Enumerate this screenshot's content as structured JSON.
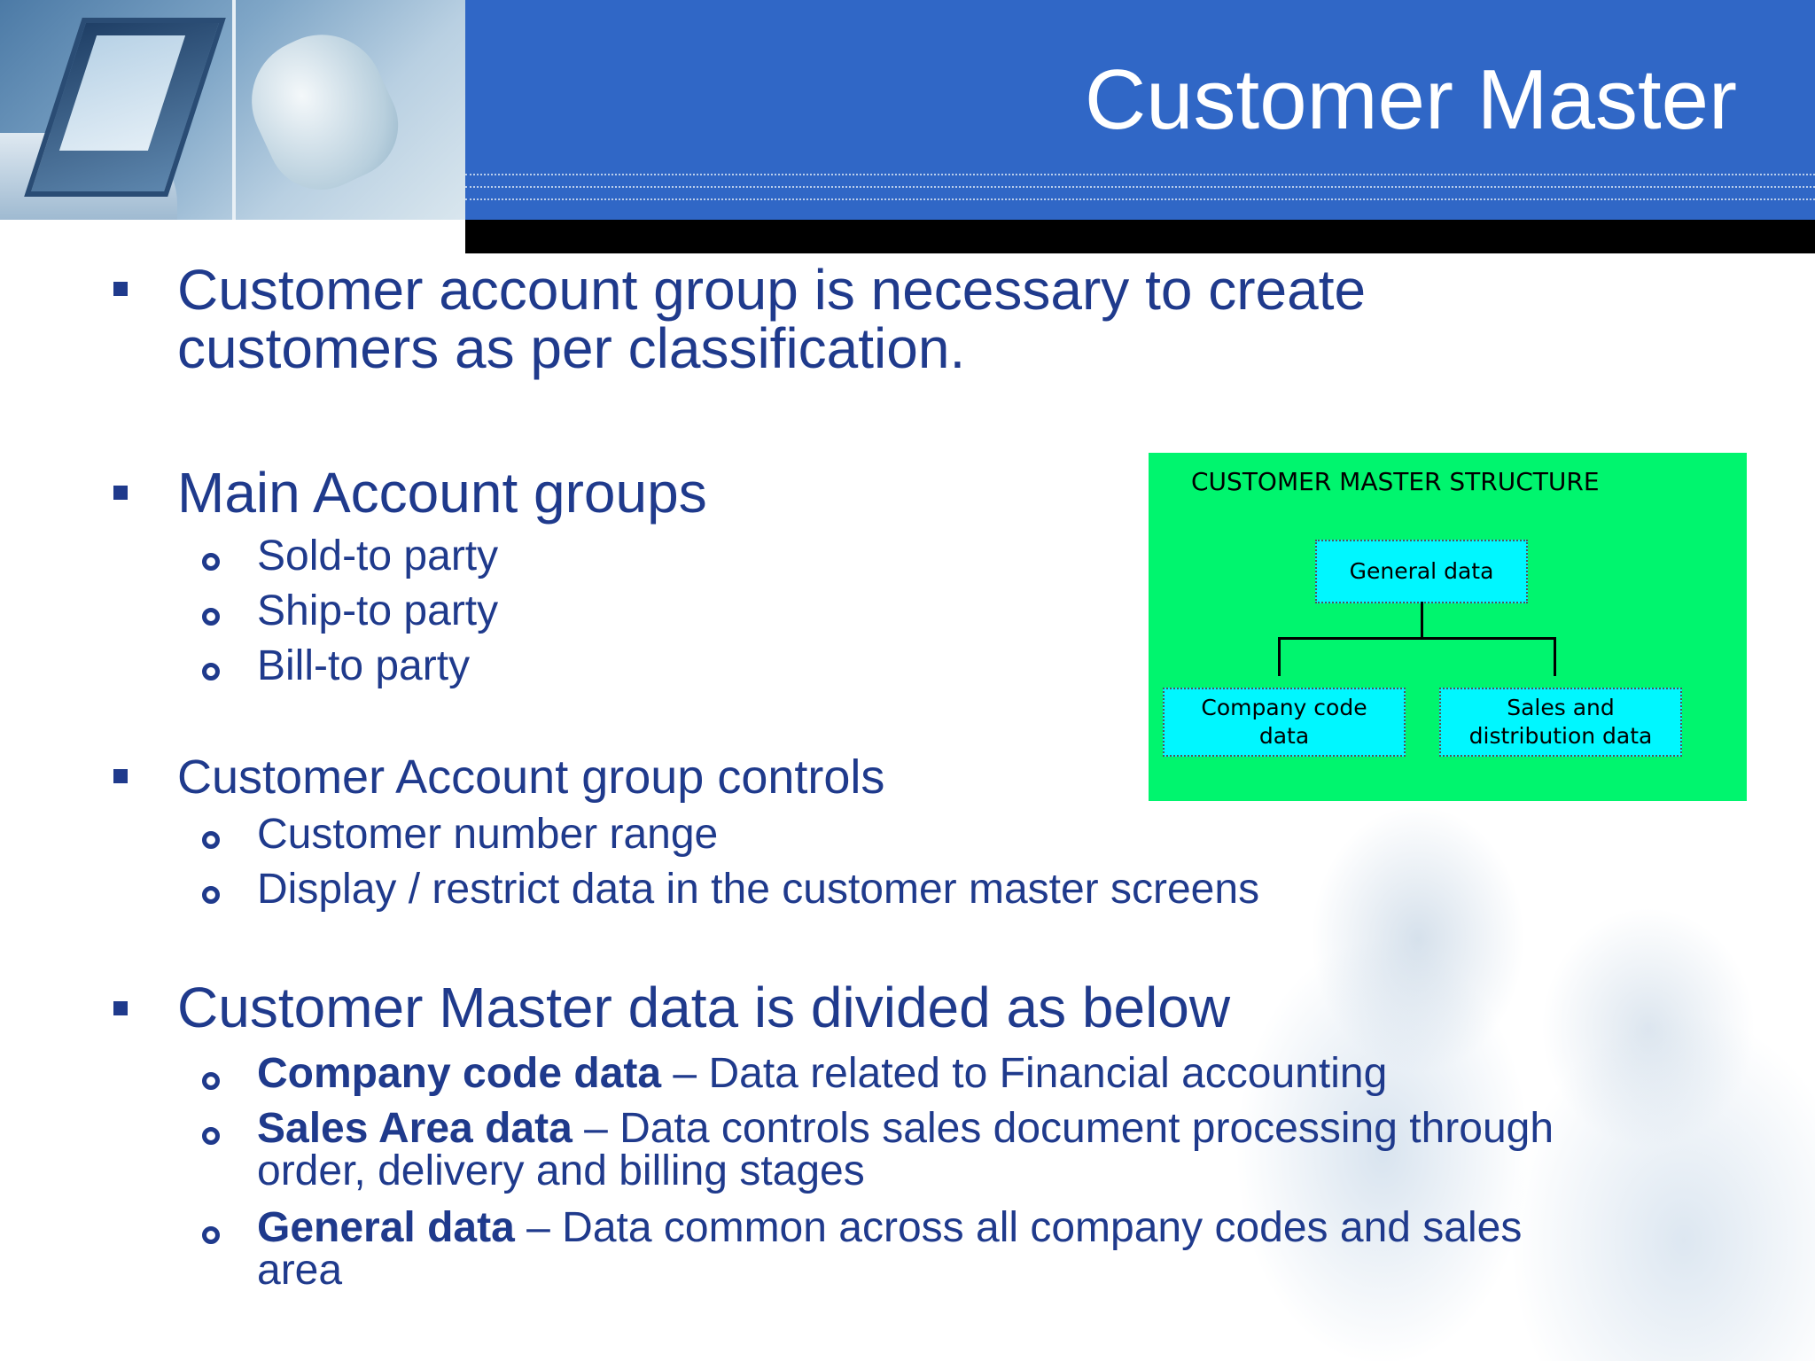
{
  "slide": {
    "title": "Customer Master",
    "accent_color": "#3067c6",
    "text_color": "#1f3a8c"
  },
  "bullets": [
    {
      "text": "Customer account group is necessary to create customers as per classification.",
      "line1": "Customer account group is necessary to create",
      "line2": "customers as per classification."
    },
    {
      "text": "Main Account groups",
      "items": [
        "Sold-to party",
        "Ship-to party",
        "Bill-to party"
      ]
    },
    {
      "text": "Customer Account group controls",
      "items": [
        "Customer number range",
        "Display / restrict data in the customer master screens"
      ]
    },
    {
      "text": "Customer Master data is divided as below",
      "items": [
        {
          "term": "Company code data",
          "desc": " – Data related to Financial accounting"
        },
        {
          "term": "Sales Area data",
          "desc": " – Data controls sales document processing through",
          "desc2": "order, delivery and billing stages"
        },
        {
          "term": "General data",
          "desc": " – Data common across all company codes and sales",
          "desc2": "area"
        }
      ]
    }
  ],
  "diagram": {
    "title": "CUSTOMER MASTER STRUCTURE",
    "root": "General data",
    "left_child_line1": "Company code",
    "left_child_line2": "data",
    "right_child_line1": "Sales and",
    "right_child_line2": "distribution data",
    "background_color": "#00f56e",
    "box_color": "#00f7ff"
  }
}
